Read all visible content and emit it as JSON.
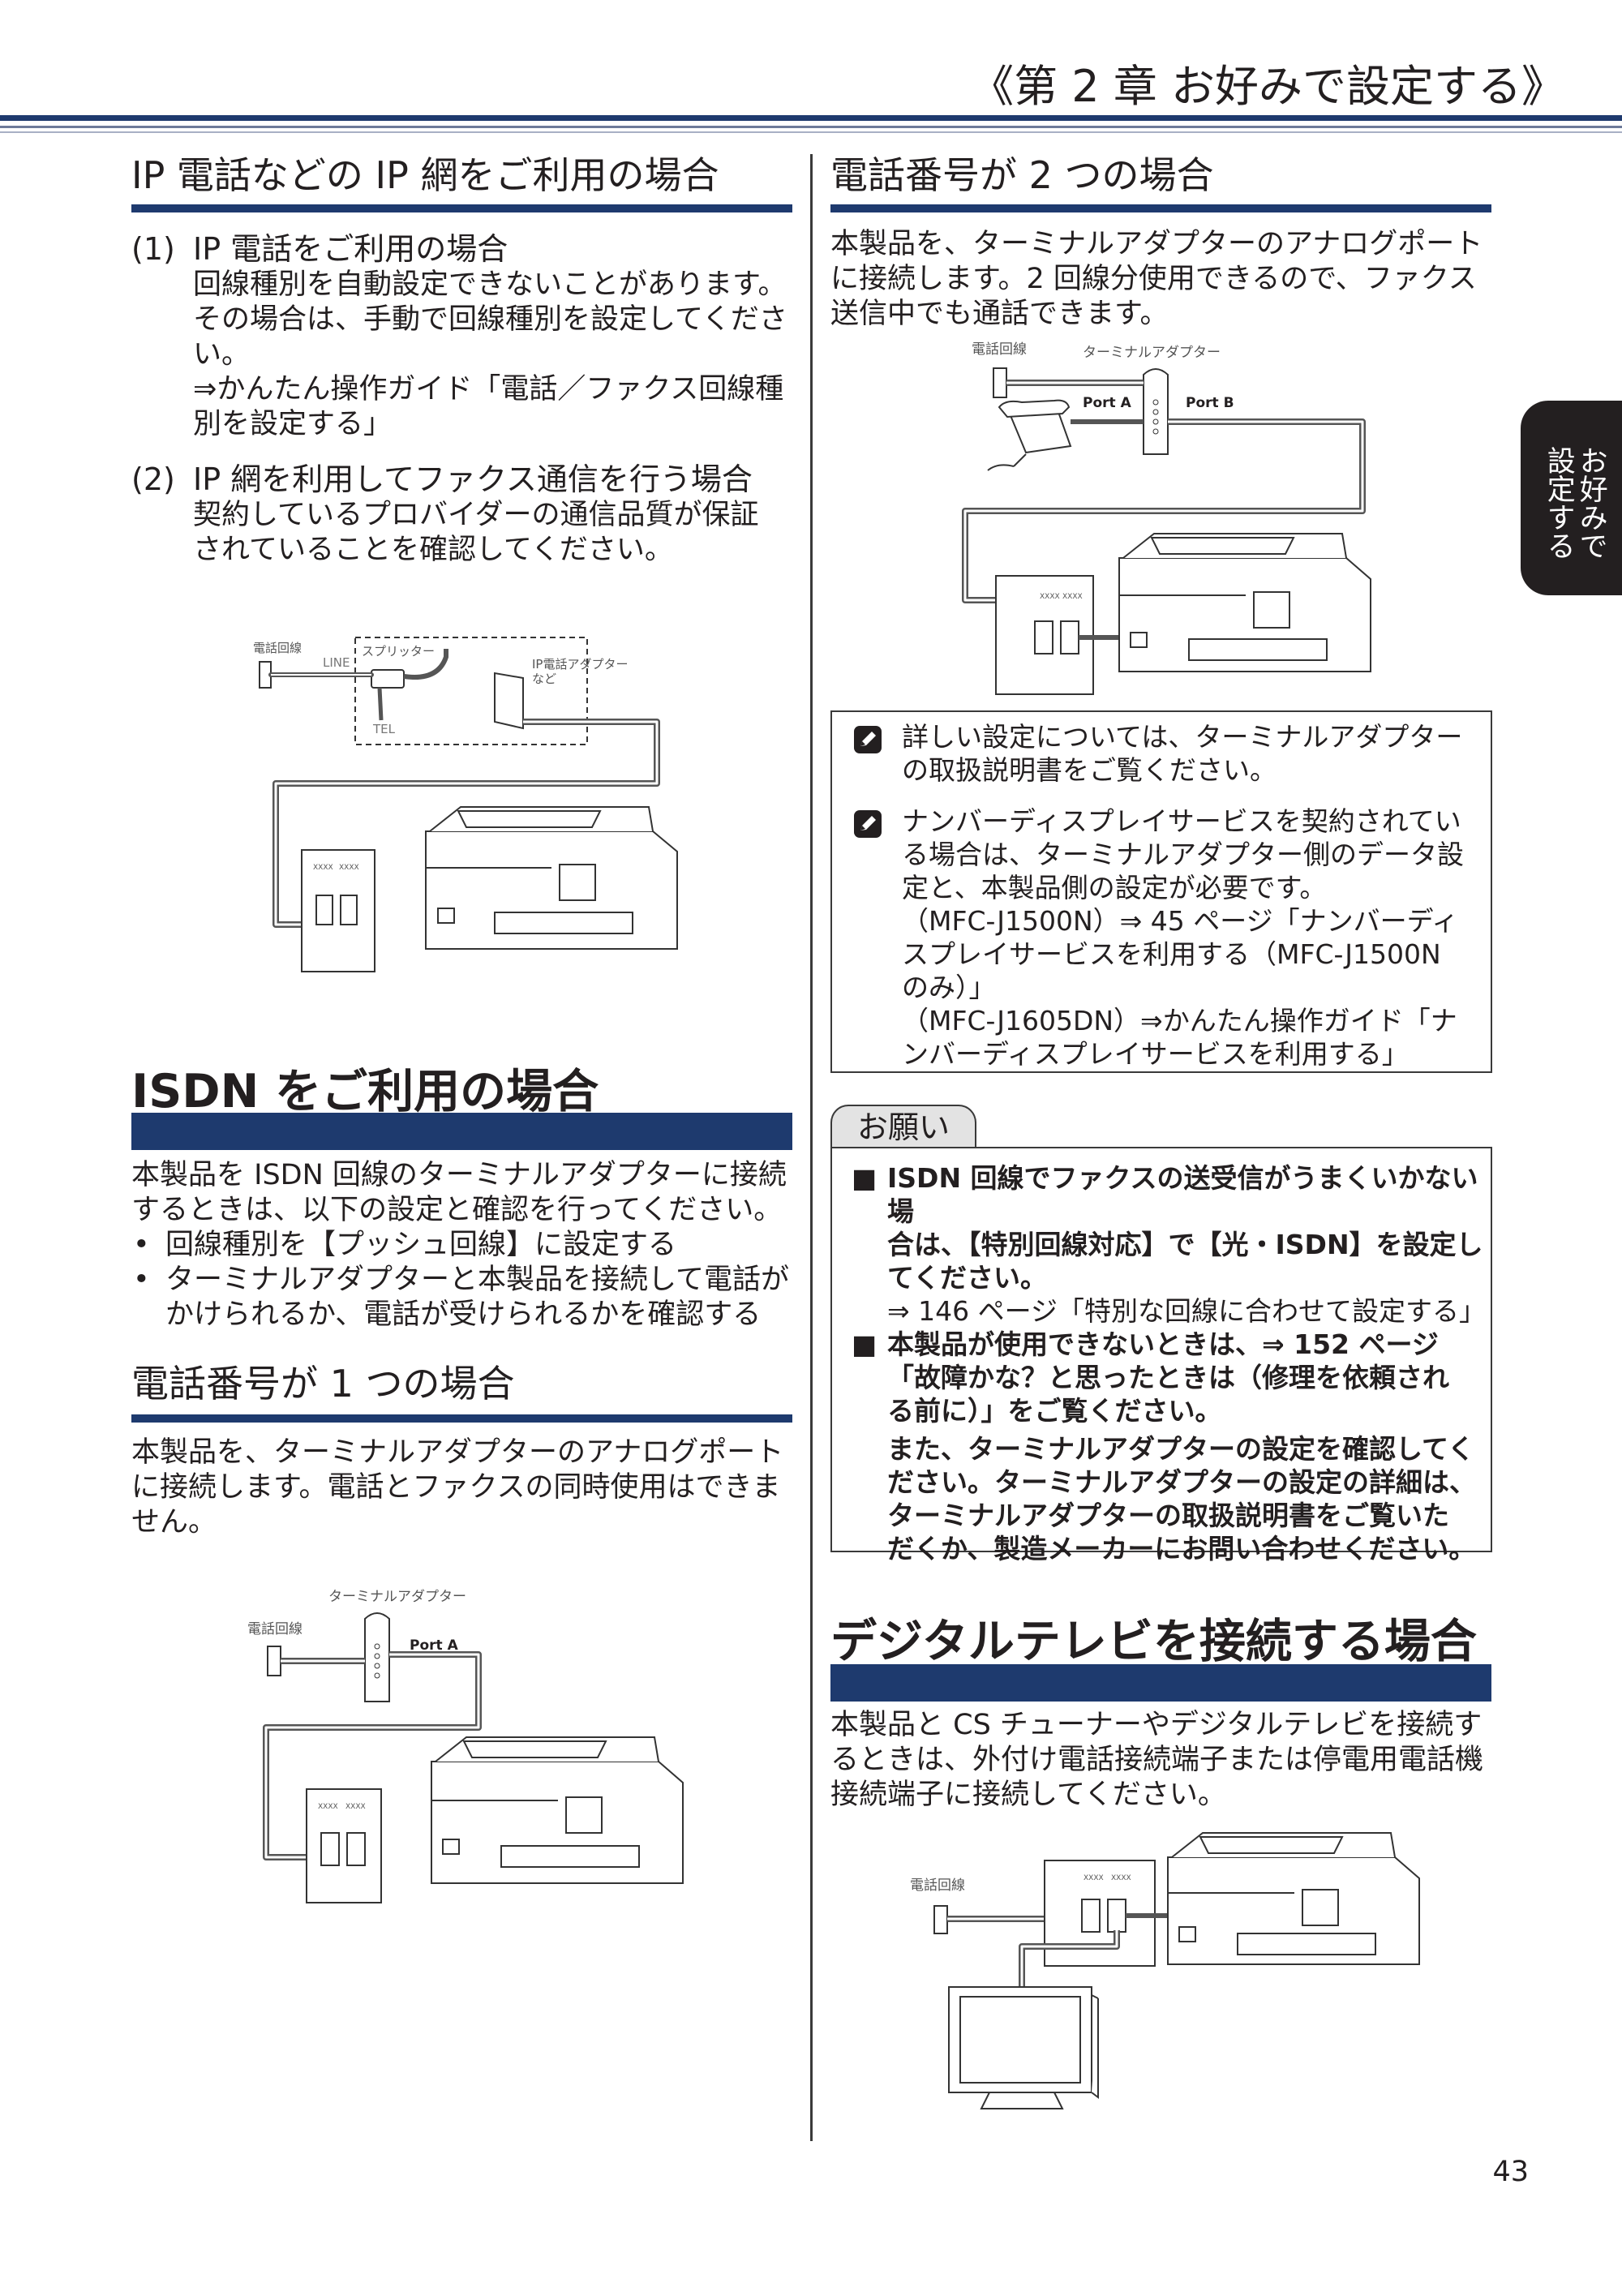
{
  "header": {
    "chapter": "《第 2 章 お好みで設定する》"
  },
  "side_tab": {
    "line1": "お好みで",
    "line2": "設定する"
  },
  "left": {
    "ip": {
      "title": "IP 電話などの IP 網をご利用の場合",
      "item1": {
        "num": "(1)",
        "head": "IP 電話をご利用の場合",
        "lines": [
          "回線種別を自動設定できないことがあります。",
          "その場合は、手動で回線種別を設定してくださ",
          "い。",
          "⇒かんたん操作ガイド「電話／ファクス回線種",
          "別を設定する」"
        ]
      },
      "item2": {
        "num": "(2)",
        "head": "IP 網を利用してファクス通信を行う場合",
        "lines": [
          "契約しているプロバイダーの通信品質が保証",
          "されていることを確認してください。"
        ]
      },
      "figure": {
        "line_label": "電話回線",
        "line_port": "LINE",
        "splitter": "スプリッター",
        "adapter_line1": "IP電話アダプター",
        "adapter_line2": "など",
        "tel": "TEL",
        "port1": "XXXX",
        "port2": "XXXX"
      }
    },
    "isdn": {
      "title": "ISDN をご利用の場合",
      "lines": [
        "本製品を ISDN 回線のターミナルアダプターに接続",
        "するときは、以下の設定と確認を行ってください。"
      ],
      "bullet_mark": "•",
      "bullet1": [
        "回線種別を【プッシュ回線】に設定する"
      ],
      "bullet2": [
        "ターミナルアダプターと本製品を接続して電話が",
        "かけられるか、電話が受けられるかを確認する"
      ]
    },
    "one": {
      "title": "電話番号が 1 つの場合",
      "lines": [
        "本製品を、ターミナルアダプターのアナログポート",
        "に接続します。電話とファクスの同時使用はできま",
        "せん。"
      ],
      "figure": {
        "adapter": "ターミナルアダプター",
        "line_label": "電話回線",
        "port_a": "Port A",
        "port1": "XXXX",
        "port2": "XXXX"
      }
    }
  },
  "right": {
    "two": {
      "title": "電話番号が 2 つの場合",
      "lines": [
        "本製品を、ターミナルアダプターのアナログポート",
        "に接続します。2 回線分使用できるので、ファクス",
        "送信中でも通話できます。"
      ],
      "figure": {
        "line_label": "電話回線",
        "adapter": "ターミナルアダプター",
        "port_a": "Port A",
        "port_b": "Port B",
        "port1": "XXXX",
        "port2": "XXXX"
      }
    },
    "notes": {
      "note1": [
        "詳しい設定については、ターミナルアダプター",
        "の取扱説明書をご覧ください。"
      ],
      "note2": [
        "ナンバーディスプレイサービスを契約されてい",
        "る場合は、ターミナルアダプター側のデータ設",
        "定と、本製品側の設定が必要です。",
        "（MFC-J1500N）⇒ 45 ページ「ナンバーディ",
        "スプレイサービスを利用する（MFC-J1500N",
        "のみ）」",
        "（MFC-J1605DN）⇒かんたん操作ガイド「ナ",
        "ンバーディスプレイサービスを利用する」"
      ]
    },
    "request": {
      "tab": "お願い",
      "mark": "■",
      "item1": [
        "ISDN 回線でファクスの送受信がうまくいかない場",
        "合は、【特別回線対応】で【光・ISDN】を設定し",
        "てください。",
        "⇒ 146 ページ「特別な回線に合わせて設定する」"
      ],
      "item2": [
        "本製品が使用できないときは、⇒ 152 ページ",
        "「故障かな？と思ったときは（修理を依頼され",
        "る前に）」をご覧ください。"
      ],
      "item2_extra": [
        "また、ターミナルアダプターの設定を確認してく",
        "ださい。ターミナルアダプターの設定の詳細は、",
        "ターミナルアダプターの取扱説明書をご覧いた",
        "だくか、製造メーカーにお問い合わせください。"
      ]
    },
    "tv": {
      "title": "デジタルテレビを接続する場合",
      "lines": [
        "本製品と CS チューナーやデジタルテレビを接続す",
        "るときは、外付け電話接続端子または停電用電話機",
        "接続端子に接続してください。"
      ],
      "figure": {
        "line_label": "電話回線",
        "port1": "XXXX",
        "port2": "XXXX"
      }
    }
  },
  "page_number": "43"
}
